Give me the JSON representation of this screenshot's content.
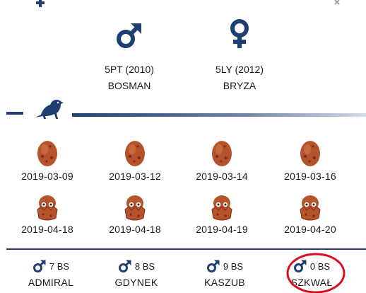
{
  "colors": {
    "navy": "#1f3f73",
    "text": "#1b1b1b",
    "highlight": "#d8101c",
    "egg": "#b4532c"
  },
  "parents": [
    {
      "icon": "male-symbol-icon",
      "code": "5PT (2010)",
      "name": "BOSMAN"
    },
    {
      "icon": "female-symbol-icon",
      "code": "5LY (2012)",
      "name": "BRYZA"
    }
  ],
  "divider": {
    "icon": "bird-icon"
  },
  "eggs": [
    {
      "icon": "egg-icon",
      "date": "2019-03-09"
    },
    {
      "icon": "egg-icon",
      "date": "2019-03-12"
    },
    {
      "icon": "egg-icon",
      "date": "2019-03-14"
    },
    {
      "icon": "egg-icon",
      "date": "2019-03-16"
    }
  ],
  "hatches": [
    {
      "icon": "hatching-chick-icon",
      "date": "2019-04-18"
    },
    {
      "icon": "hatching-chick-icon",
      "date": "2019-04-18"
    },
    {
      "icon": "hatching-chick-icon",
      "date": "2019-04-19"
    },
    {
      "icon": "hatching-chick-icon",
      "date": "2019-04-20"
    }
  ],
  "children": [
    {
      "icon": "male-symbol-icon",
      "count": "7 BS",
      "name": "ADMIRAL"
    },
    {
      "icon": "male-symbol-icon",
      "count": "8 BS",
      "name": "GDYNEK"
    },
    {
      "icon": "male-symbol-icon",
      "count": "9 BS",
      "name": "KASZUB"
    },
    {
      "icon": "male-symbol-icon",
      "count": "0 BS",
      "name": "SZKWAŁ",
      "highlighted": true
    }
  ]
}
